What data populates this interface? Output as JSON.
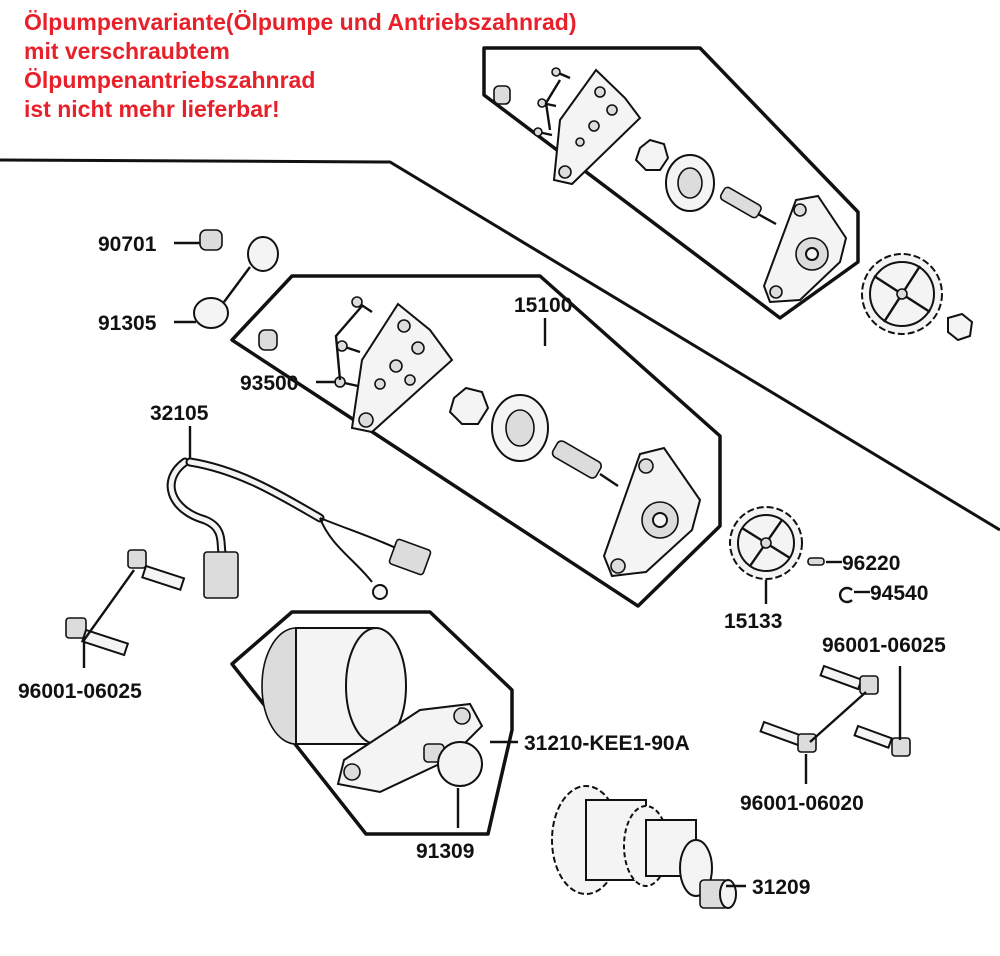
{
  "notice": {
    "lines": [
      "Ölpumpenvariante(Ölpumpe und Antriebszahnrad)",
      "mit verschraubtem",
      "Ölpumpenantriebszahnrad",
      "ist nicht mehr lieferbar!"
    ],
    "color": "#e8202a"
  },
  "labels": {
    "p90701": "90701",
    "p91305": "91305",
    "p15100": "15100",
    "p93500": "93500",
    "p32105": "32105",
    "p96220": "96220",
    "p94540": "94540",
    "p15133": "15133",
    "p96001_06025_left": "96001-06025",
    "p96001_06025_right": "96001-06025",
    "p31210": "31210-KEE1-90A",
    "p96001_06020": "96001-06020",
    "p91309": "91309",
    "p31209": "31209"
  }
}
